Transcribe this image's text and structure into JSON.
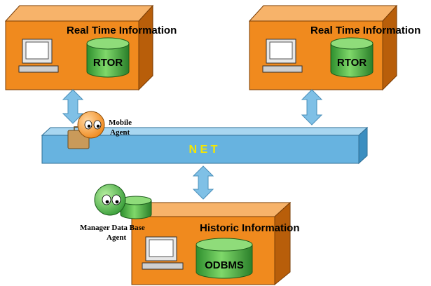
{
  "nodes": {
    "top_left": {
      "title": "Real Time Information",
      "db_label": "RTOR"
    },
    "top_right": {
      "title": "Real Time Information",
      "db_label": "RTOR"
    },
    "bottom": {
      "title": "Historic Information",
      "db_label": "ODBMS"
    }
  },
  "network": {
    "label": "N E T"
  },
  "agents": {
    "mobile": {
      "line1": "Mobile",
      "line2": "Agent"
    },
    "manager": {
      "line1": "Manager Data Base",
      "line2": "Agent"
    }
  },
  "colors": {
    "box_front": "#f08a1e",
    "box_top": "#f7b36a",
    "box_side": "#b85e0a",
    "net_front": "#67b3e0",
    "net_top": "#a8d6f0",
    "net_side": "#3b8ec0",
    "arrow": "#7fc0e6",
    "db_green": "#3fae3f",
    "db_top": "#8fdc7a",
    "agent_orange": "#f49a2a",
    "agent_green": "#4fb84f"
  }
}
